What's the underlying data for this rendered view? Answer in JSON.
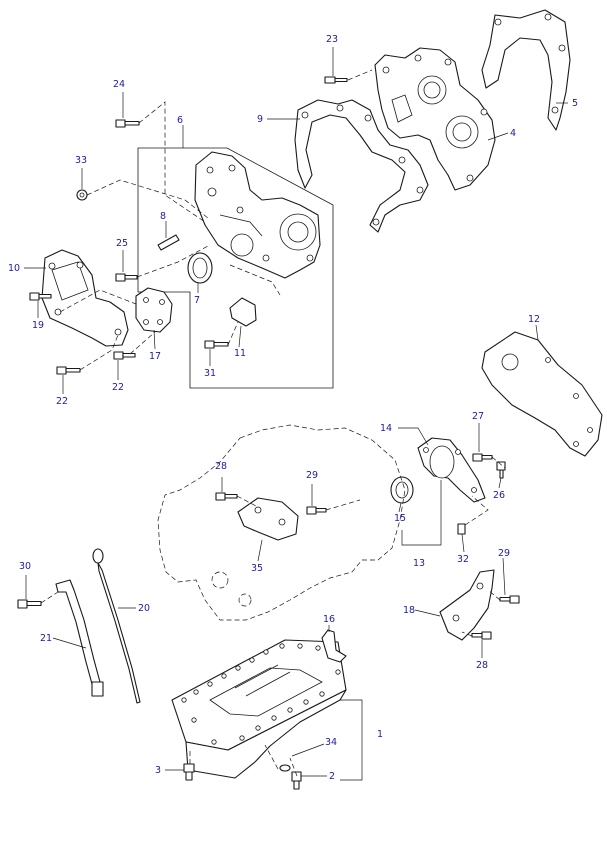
{
  "callouts": {
    "c1": "1",
    "c2": "2",
    "c3": "3",
    "c4": "4",
    "c5": "5",
    "c6": "6",
    "c7": "7",
    "c8": "8",
    "c9": "9",
    "c10": "10",
    "c11": "11",
    "c12": "12",
    "c13": "13",
    "c14": "14",
    "c15": "15",
    "c16": "16",
    "c17": "17",
    "c18": "18",
    "c19": "19",
    "c20": "20",
    "c21": "21",
    "c22a": "22",
    "c22b": "22",
    "c23": "23",
    "c24": "24",
    "c25": "25",
    "c26": "26",
    "c27": "27",
    "c28a": "28",
    "c28b": "28",
    "c29a": "29",
    "c29b": "29",
    "c30": "30",
    "c31": "31",
    "c32": "32",
    "c33": "33",
    "c34": "34",
    "c35": "35"
  },
  "colors": {
    "callout": "#1c1ca8",
    "line": "#1a1a1a",
    "background": "#ffffff"
  }
}
